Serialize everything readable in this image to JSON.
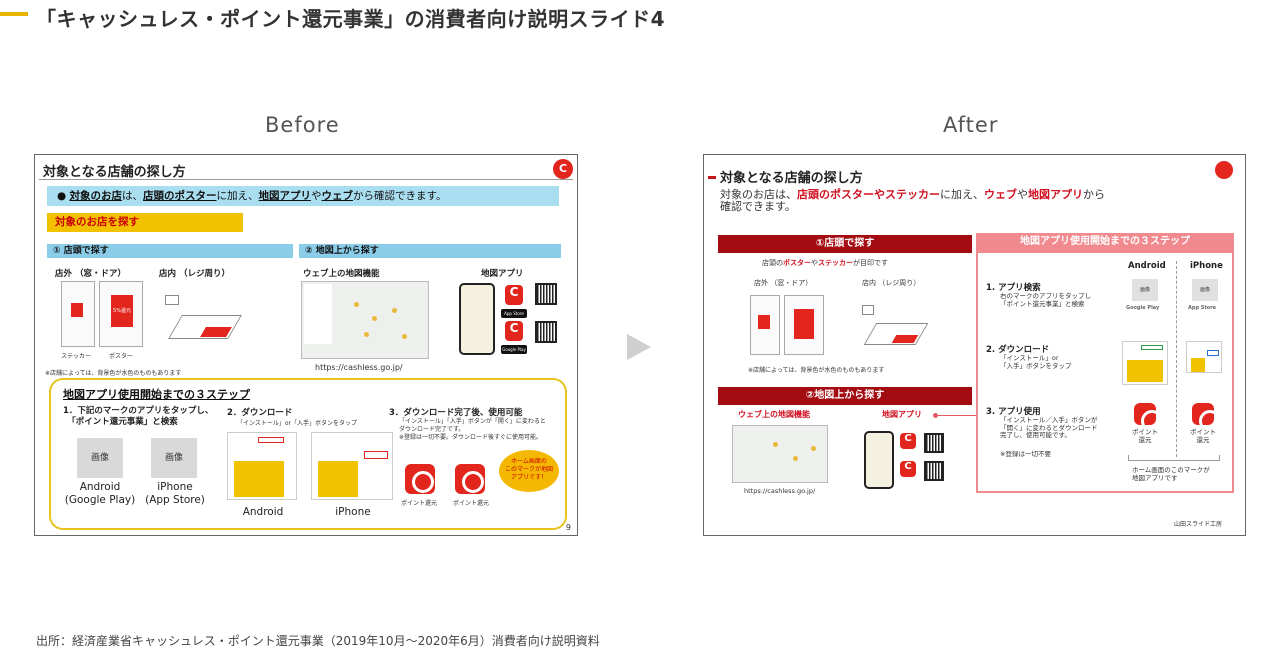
{
  "page": {
    "title": "「キャッシュレス・ポイント還元事業」の消費者向け説明スライド4",
    "before_label": "Before",
    "after_label": "After",
    "source": "出所：経済産業省キャッシュレス・ポイント還元事業（2019年10月〜2020年6月）消費者向け説明資料",
    "footer": "山田スライド工房"
  },
  "before": {
    "title": "対象となる店舗の探し方",
    "logo_text": "C",
    "bar_prefix": "●",
    "bar_part1": "対象のお店",
    "bar_part2": "は、",
    "bar_part3": "店頭のポスター",
    "bar_part4": "に加え、",
    "bar_part5": "地図アプリ",
    "bar_part6": "や",
    "bar_part7": "ウェブ",
    "bar_part8": "から確認できます。",
    "yellow_label": "対象のお店を探す",
    "sub1": "① 店頭で探す",
    "sub2": "② 地図上から探す",
    "outside": "店外 （窓・ドア）",
    "inside": "店内 （レジ周り）",
    "web_map": "ウェブ上の地図機能",
    "map_app": "地図アプリ",
    "sticker": "ステッカー",
    "poster": "ポスター",
    "poster_text": "5%還元",
    "note": "※店舗によっては、背景色が水色のものもあります",
    "url": "https://cashless.go.jp/",
    "steps_title": "地図アプリ使用開始までの３ステップ",
    "step1": "1．下記のマークのアプリをタップし、\n　「ポイント還元事業」と検索",
    "step2": "2．ダウンロード",
    "step2_sub": "「インストール」or「入手」ボタンをタップ",
    "step3": "3．ダウンロード完了後、使用可能",
    "step3_sub": "「インストール」「入手」ボタンが「開く」に変わると\nダウンロード完了です。\n※登録は一切不要。ダウンロード後すぐに使用可能。",
    "img_label": "画像",
    "android_caption": "Android\n(Google Play)",
    "iphone_caption": "iPhone\n(App Store)",
    "android": "Android",
    "iphone": "iPhone",
    "points1": "ポイント還元",
    "points2": "ポイント還元",
    "bubble": "ホーム画面の\nこのマークが地図\nアプリです！",
    "page_no": "9",
    "app_store": "App Store",
    "google_play": "Google Play"
  },
  "after": {
    "title": "対象となる店舗の探し方",
    "desc1": "対象のお店は、",
    "desc2": "店頭のポスターやステッカー",
    "desc3": "に加え、",
    "desc4": "ウェブ",
    "desc5": "や",
    "desc6": "地図アプリ",
    "desc7": "から",
    "desc8": "確認できます。",
    "head1": "①店頭で探す",
    "head1_sub_a": "店頭の",
    "head1_sub_b": "ポスター",
    "head1_sub_c": "や",
    "head1_sub_d": "ステッカー",
    "head1_sub_e": "が目印です",
    "outside": "店外 （窓・ドア）",
    "inside": "店内 （レジ周り）",
    "note": "※店舗によっては、背景色が水色のものもあります",
    "head2": "②地図上から探す",
    "web_map": "ウェブ上の地図機能",
    "map_app": "地図アプリ",
    "url": "https://cashless.go.jp/",
    "steps_head": "地図アプリ使用開始までの３ステップ",
    "android": "Android",
    "iphone": "iPhone",
    "step1": "1.  アプリ検索",
    "step1_sub": "右のマークのアプリをタップし\n「ポイント還元事業」と検索",
    "img_label": "画像",
    "google_play": "Google Play",
    "app_store": "App Store",
    "step2": "2.  ダウンロード",
    "step2_sub": "「インストール」or\n「入手」ボタンをタップ",
    "step3": "3.  アプリ使用",
    "step3_sub": "「インストール／入手」ボタンが\n「開く」に変わるとダウンロード\n完了し、使用可能です。",
    "no_reg": "※登録は一切不要",
    "points1": "ポイント\n還元",
    "points2": "ポイント\n還元",
    "home_note": "ホーム画面のこのマークが\n地図アプリです",
    "footer": "山田スライド工房"
  }
}
